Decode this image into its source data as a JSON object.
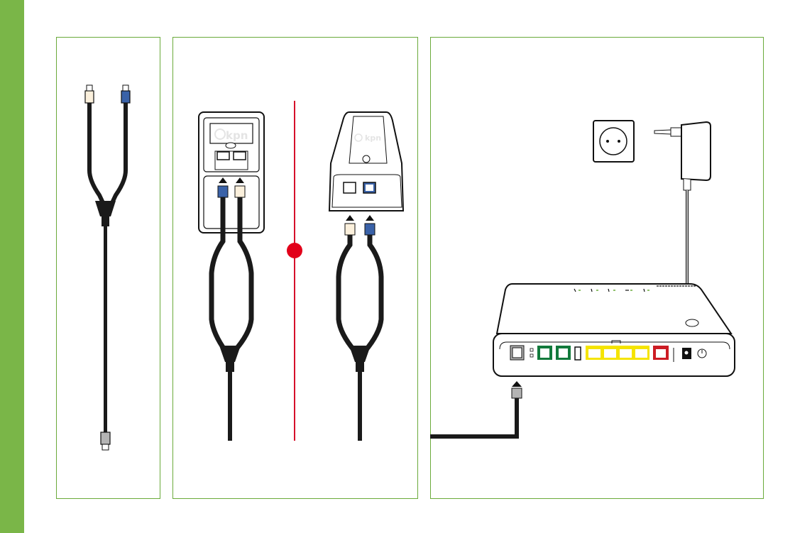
{
  "colors": {
    "accent_green": "#7ab648",
    "panel_border": "#6aaa3a",
    "cable": "#1a1a1a",
    "plug_beige": "#fbf0dc",
    "plug_blue": "#3a62a8",
    "plug_grey": "#b4b4b4",
    "divider_red": "#d6102a",
    "port_green": "#127a3c",
    "port_yellow": "#f5e400",
    "port_red": "#cc1c24"
  },
  "branding": {
    "splitter_logo": "kpn",
    "base_logo": "kpn"
  },
  "panels": [
    {
      "id": "splitter-cable"
    },
    {
      "id": "connect-splitter"
    },
    {
      "id": "connect-modem-power"
    }
  ]
}
